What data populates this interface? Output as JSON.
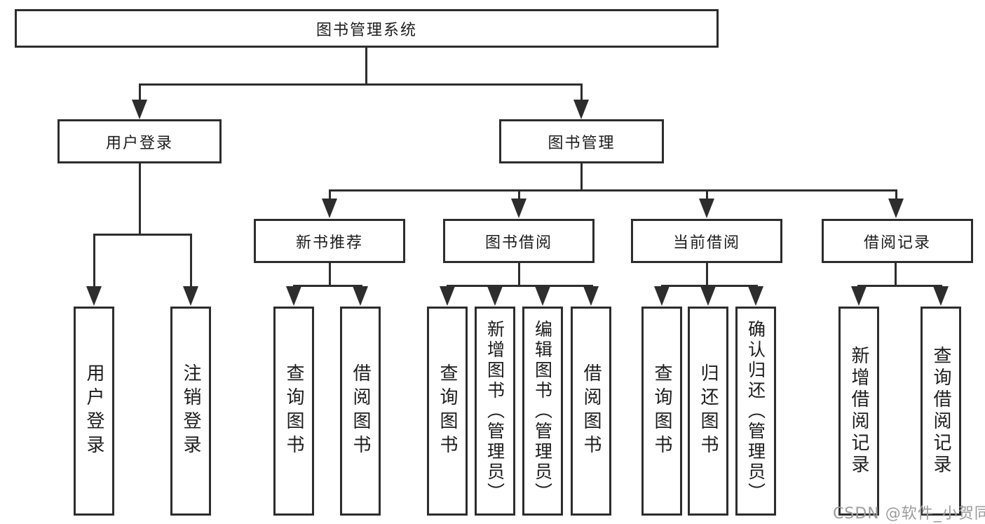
{
  "diagram": {
    "title": "图书管理系统",
    "modules": {
      "user_login": "用户登录",
      "book_management": "图书管理"
    },
    "submodules": {
      "new_book_recommend": "新书推荐",
      "book_borrowing": "图书借阅",
      "current_borrowing": "当前借阅",
      "borrowing_records": "借阅记录"
    },
    "functions": {
      "user_login": "用户登录",
      "logout": "注销登录",
      "recommend_query_books": "查询图书",
      "recommend_borrow_books": "借阅图书",
      "borrowing_query_books": "查询图书",
      "borrowing_add_books_admin": "新增图书（管理员）",
      "borrowing_edit_books_admin": "编辑图书（管理员）",
      "borrowing_borrow_books": "借阅图书",
      "current_query_books": "查询图书",
      "current_return_books": "归还图书",
      "current_confirm_return_admin": "确认归还（管理员）",
      "records_add_record": "新增借阅记录",
      "records_query_record": "查询借阅记录"
    }
  },
  "watermark": "CSDN @软件_小贺同学",
  "colors": {
    "line": "#2d2d2d",
    "text": "#1c1c1c",
    "watermark": "#9c9c9c",
    "background": "#ffffff"
  }
}
